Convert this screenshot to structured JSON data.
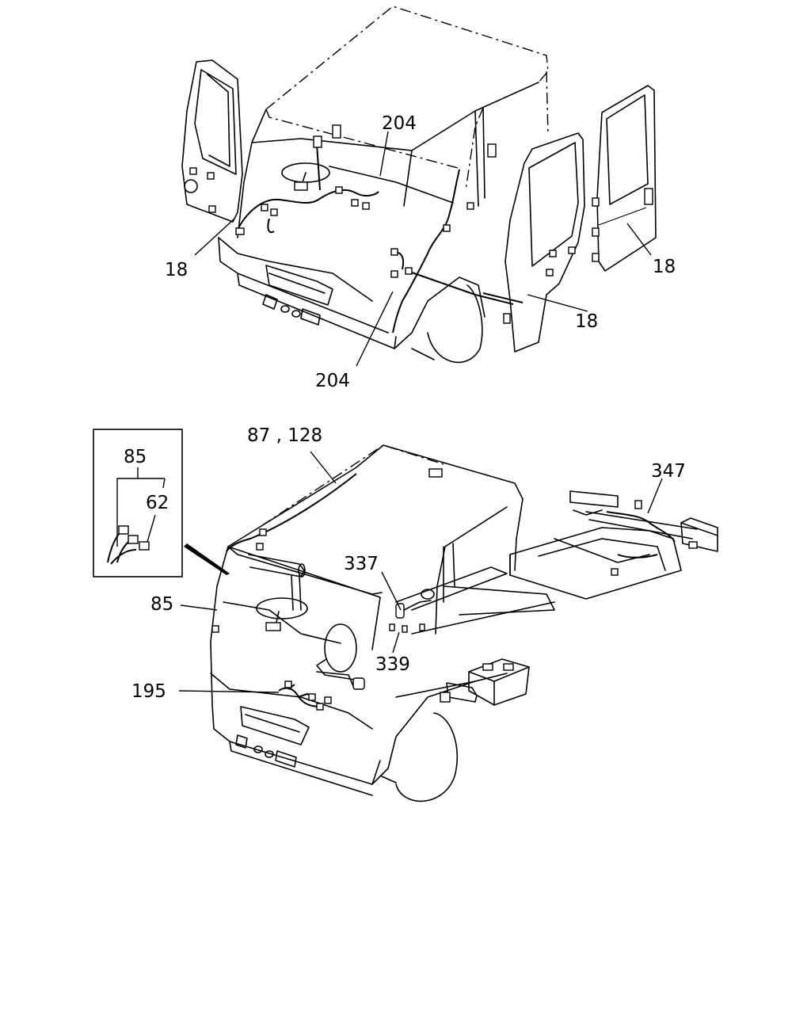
{
  "diagram": {
    "top_view": {
      "callouts": {
        "c204_top": "204",
        "c18_left": "18",
        "c18_right": "18",
        "c18_door": "18",
        "c204_bottom": "204"
      }
    },
    "bottom_view": {
      "callouts": {
        "c87_128": "87 , 128",
        "c347": "347",
        "c337": "337",
        "c339": "339",
        "c85": "85",
        "c195": "195"
      },
      "inset": {
        "c85": "85",
        "c62": "62"
      }
    }
  }
}
